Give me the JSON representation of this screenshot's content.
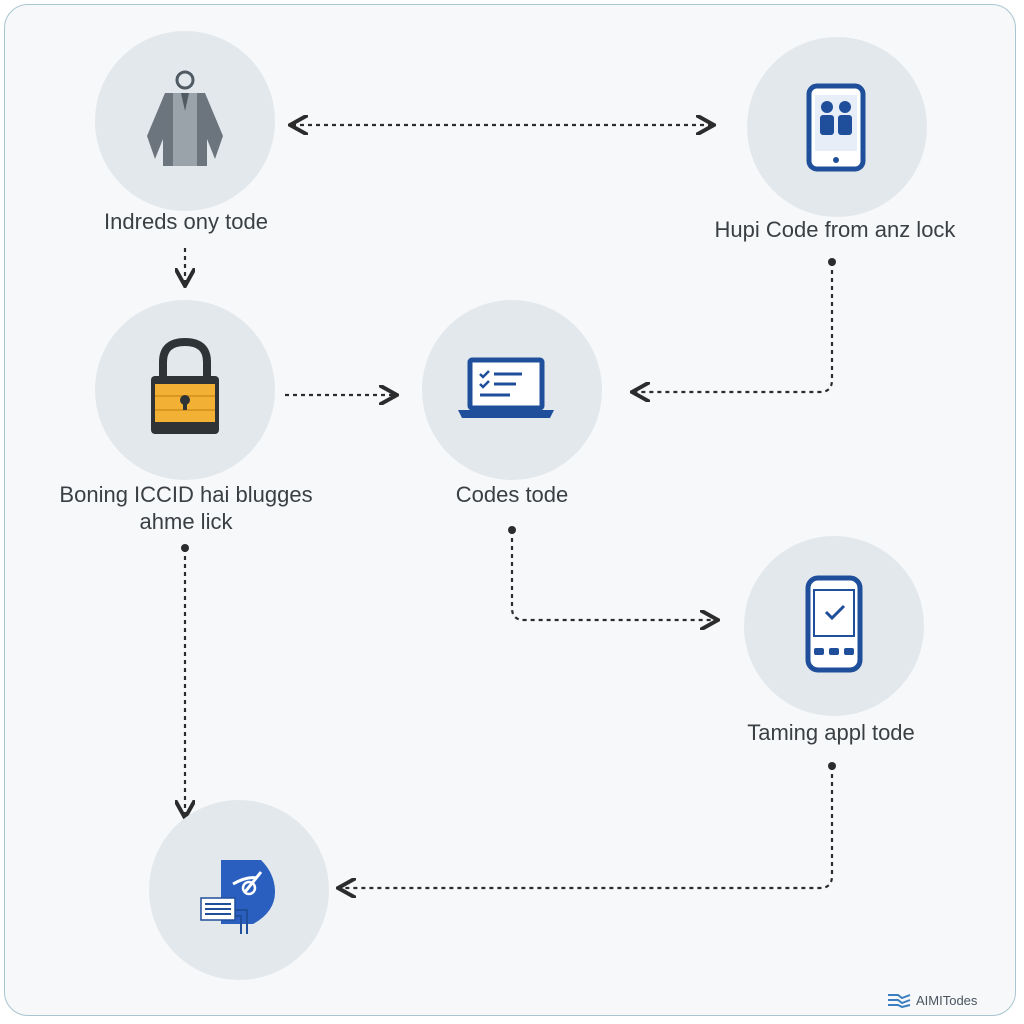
{
  "nodes": {
    "top_left": {
      "label": "Indreds ony tode",
      "icon": "person-silhouette-icon"
    },
    "top_right": {
      "label": "Hupi Code from anz lock",
      "icon": "phone-people-icon"
    },
    "middle_left": {
      "label_line1": "Boning ICCID hai blugges",
      "label_line2": "ahme lick",
      "icon": "padlock-icon"
    },
    "center": {
      "label": "Codes tode",
      "icon": "laptop-checklist-icon"
    },
    "middle_right": {
      "label": "Taming appl tode",
      "icon": "phone-check-icon"
    },
    "bottom_left": {
      "label": "",
      "icon": "document-shield-icon"
    }
  },
  "brand": {
    "logo_text": "AIMITodes",
    "logo_icon": "stacked-lines-logo-icon"
  },
  "colors": {
    "node_fill": "#e3e8ec",
    "accent_blue": "#1f4f9a",
    "padlock_gold": "#f2b134",
    "frame_border": "#a9c5cf"
  }
}
